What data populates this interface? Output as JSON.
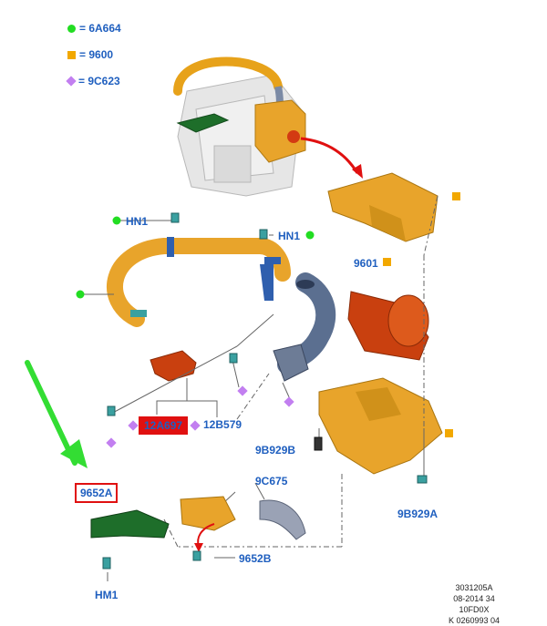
{
  "legend": [
    {
      "symbol": "green-dot",
      "text": "= 6A664"
    },
    {
      "symbol": "orange-square",
      "text": "=  9600"
    },
    {
      "symbol": "purple-diamond",
      "text": "= 9C623"
    }
  ],
  "labels": {
    "hn1_left": "HN1",
    "hn1_right": "HN1",
    "p9601": "9601",
    "p12A697": "12A697",
    "p12B579": "12B579",
    "p9B929B": "9B929B",
    "p9652A": "9652A",
    "p9C675": "9C675",
    "p9652B": "9652B",
    "p9B929A": "9B929A",
    "hm1": "HM1"
  },
  "reference": {
    "line1": "3031205A",
    "line2": "08-2014 34",
    "line3": "10FD0X",
    "line4": "K 0260993 04"
  },
  "colors": {
    "green": "#22dd22",
    "orange": "#f2a800",
    "purple": "#c27ff0",
    "label_blue": "#1f5fbf",
    "highlight_red": "#e01010",
    "arrow_green": "#33dd33"
  }
}
